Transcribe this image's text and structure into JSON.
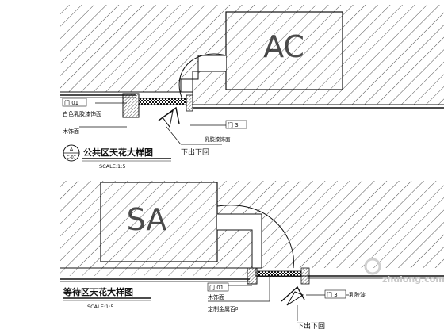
{
  "top_detail": {
    "ac_label": "AC",
    "title": "公共区天花大样图",
    "scale": "SCALE:1:5",
    "badge_letter": "A",
    "badge_sheet": "C-07",
    "callout_left_code": "门 01",
    "callout_left_note": "白色乳胶漆饰面",
    "callout_wood": "木饰面",
    "callout_right_code": "门 3",
    "callout_right_note": "乳胶漆饰面",
    "callout_vent": "下出下回"
  },
  "bottom_detail": {
    "ac_label": "SA",
    "title": "等待区天花大样图",
    "scale": "SCALE:1:5",
    "callout_code": "门 01",
    "callout_wood": "木饰面",
    "callout_custom": "定制金属百叶",
    "callout_right_code": "门 3",
    "callout_right_note": "乳胶漆",
    "callout_vent": "下出下回"
  },
  "watermark": "zhulong.com",
  "colors": {
    "line": "#111111",
    "hatch": "#222222",
    "watermark": "#c8c8c8"
  }
}
